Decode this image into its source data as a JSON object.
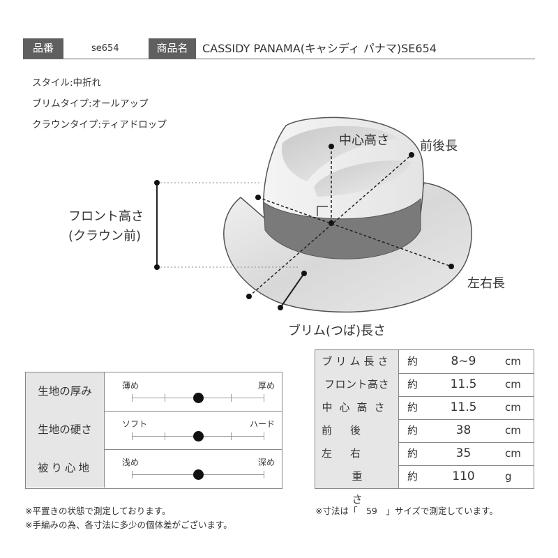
{
  "header": {
    "product_no_label": "品番",
    "product_no": "se654",
    "product_name_label": "商品名",
    "product_name": "CASSIDY PANAMA(キャシディ パナマ)SE654"
  },
  "specs": [
    "スタイル:中折れ",
    "ブリムタイプ:オールアップ",
    "クラウンタイプ:ティアドロップ"
  ],
  "diagram": {
    "center_height": "中心高さ",
    "front_back": "前後長",
    "front_height_1": "フロント高さ",
    "front_height_2": "(クラウン前)",
    "side_length": "左右長",
    "brim_length": "ブリム(つば)長さ"
  },
  "rating": [
    {
      "label": "生地の厚み",
      "left": "薄め",
      "right": "厚め",
      "level": 0.5
    },
    {
      "label": "生地の硬さ",
      "left": "ソフト",
      "right": "ハード",
      "level": 0.5
    },
    {
      "label": "被り心地",
      "left": "浅め",
      "right": "深め",
      "level": 0.5
    }
  ],
  "sizes": [
    {
      "label": "ブリム長さ",
      "approx": "約",
      "value": "8~9",
      "unit": "cm"
    },
    {
      "label": "フロント高さ",
      "approx": "約",
      "value": "11.5",
      "unit": "cm"
    },
    {
      "label": "中心高さ",
      "approx": "約",
      "value": "11.5",
      "unit": "cm"
    },
    {
      "label": "前後長",
      "approx": "約",
      "value": "38",
      "unit": "cm"
    },
    {
      "label": "左右長",
      "approx": "約",
      "value": "35",
      "unit": "cm"
    },
    {
      "label": "重さ",
      "approx": "約",
      "value": "110",
      "unit": "g"
    }
  ],
  "notes": {
    "n1": "※平置きの状態で測定しております。",
    "n2": "※手編みの為、各寸法に多少の個体差がございます。",
    "n3": "※寸法は「　59　」サイズで測定しています。"
  }
}
